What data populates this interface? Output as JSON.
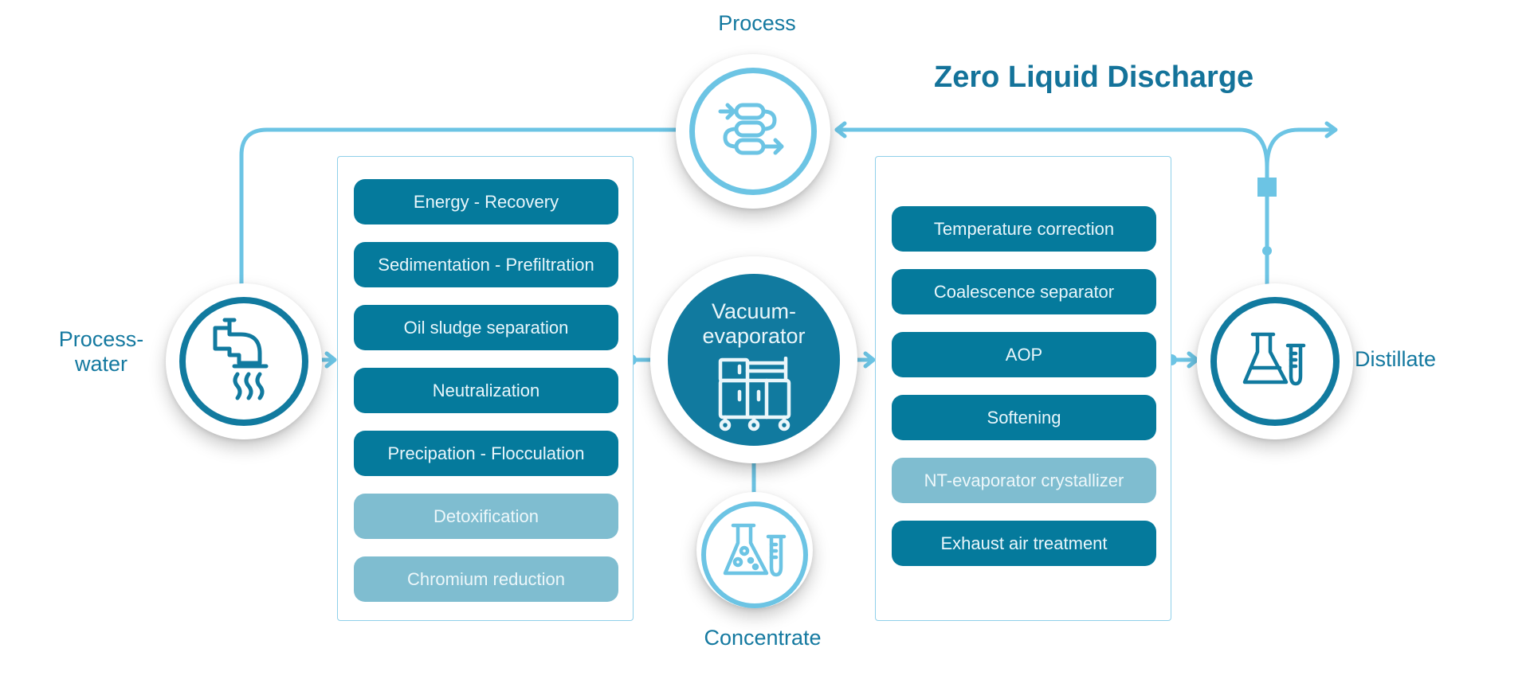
{
  "title": "Zero Liquid Discharge",
  "colors": {
    "pipe": "#6cc4e4",
    "primary": "#057a9c",
    "optional": "#7fbdd0",
    "label": "#1479a0"
  },
  "nodes": {
    "process": {
      "label": "Process",
      "icon": "process-flow-icon"
    },
    "process_water": {
      "label_line1": "Process-",
      "label_line2": "water",
      "icon": "faucet-icon"
    },
    "vacuum_evaporator": {
      "label_line1": "Vacuum-",
      "label_line2": "evaporator",
      "icon": "evaporator-icon"
    },
    "concentrate": {
      "label": "Concentrate",
      "icon": "lab-flask-icon"
    },
    "distillate": {
      "label": "Distillate",
      "icon": "lab-flask-icon"
    }
  },
  "pretreatment": {
    "steps": [
      {
        "label": "Energy - Recovery",
        "type": "standard"
      },
      {
        "label": "Sedimentation - Prefiltration",
        "type": "standard"
      },
      {
        "label": "Oil sludge separation",
        "type": "standard"
      },
      {
        "label": "Neutralization",
        "type": "standard"
      },
      {
        "label": "Precipation - Flocculation",
        "type": "standard"
      },
      {
        "label": "Detoxification",
        "type": "optional"
      },
      {
        "label": "Chromium reduction",
        "type": "optional"
      }
    ]
  },
  "posttreatment": {
    "steps": [
      {
        "label": "Temperature correction",
        "type": "standard"
      },
      {
        "label": "Coalescence separator",
        "type": "standard"
      },
      {
        "label": "AOP",
        "type": "standard"
      },
      {
        "label": "Softening",
        "type": "standard"
      },
      {
        "label": "NT-evaporator crystallizer",
        "type": "optional"
      },
      {
        "label": "Exhaust air treatment",
        "type": "standard"
      }
    ]
  }
}
